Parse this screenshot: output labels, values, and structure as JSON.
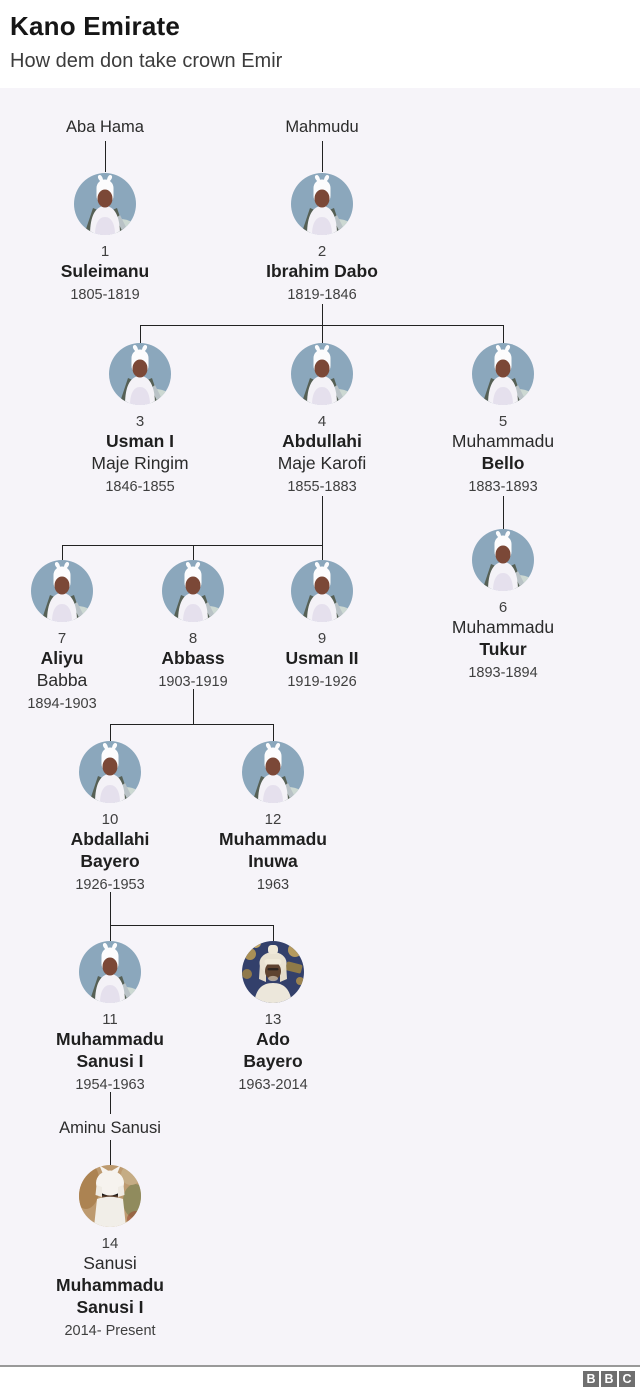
{
  "header": {
    "title": "Kano Emirate",
    "subtitle": "How dem don take crown Emir"
  },
  "ancestors": {
    "aba_hama": "Aba Hama",
    "mahmudu": "Mahmudu",
    "aminu_sanusi": "Aminu Sanusi"
  },
  "people": {
    "p1": {
      "number": "1",
      "name1": "Suleimanu",
      "years": "1805-1819",
      "avatar": "illustrated emir portrait"
    },
    "p2": {
      "number": "2",
      "name1": "Ibrahim Dabo",
      "years": "1819-1846",
      "avatar": "illustrated emir portrait"
    },
    "p3": {
      "number": "3",
      "name1": "Usman I",
      "name2": "Maje Ringim",
      "years": "1846-1855",
      "avatar": "illustrated emir portrait"
    },
    "p4": {
      "number": "4",
      "name1": "Abdullahi",
      "name2": "Maje Karofi",
      "years": "1855-1883",
      "avatar": "illustrated emir portrait"
    },
    "p5": {
      "number": "5",
      "name1": "Muhammadu",
      "name2": "Bello",
      "years": "1883-1893",
      "avatar": "illustrated emir portrait"
    },
    "p6": {
      "number": "6",
      "name1": "Muhammadu",
      "name2": "Tukur",
      "years": "1893-1894",
      "avatar": "illustrated emir portrait"
    },
    "p7": {
      "number": "7",
      "name1": "Aliyu",
      "name2": "Babba",
      "years": "1894-1903",
      "avatar": "illustrated emir portrait"
    },
    "p8": {
      "number": "8",
      "name1": "Abbass",
      "years": "1903-1919",
      "avatar": "illustrated emir portrait"
    },
    "p9": {
      "number": "9",
      "name1": "Usman II",
      "years": "1919-1926",
      "avatar": "illustrated emir portrait"
    },
    "p10": {
      "number": "10",
      "name1": "Abdallahi",
      "name2": "Bayero",
      "years": "1926-1953",
      "avatar": "illustrated emir portrait"
    },
    "p11": {
      "number": "11",
      "name1": "Muhammadu",
      "name2": "Sanusi I",
      "years": "1954-1963",
      "avatar": "illustrated emir portrait"
    },
    "p12": {
      "number": "12",
      "name1": "Muhammadu",
      "name2": "Inuwa",
      "years": "1963",
      "avatar": "illustrated emir portrait"
    },
    "p13": {
      "number": "13",
      "name1": "Ado",
      "name2": "Bayero",
      "years": "1963-2014",
      "avatar": "photo of Ado Bayero"
    },
    "p14": {
      "number": "14",
      "name1": "Sanusi",
      "name2": "Muhammadu",
      "name3": "Sanusi I",
      "years": "2014- Present",
      "avatar": "photo of Sanusi Muhammadu Sanusi"
    }
  },
  "footer": {
    "logo": [
      "B",
      "B",
      "C"
    ]
  },
  "colors": {
    "panel_background": "#f6f4f9",
    "avatar_circle": "#8ba7bc",
    "connector_line": "#222222",
    "bbc_gray": "#6f6f6f"
  }
}
